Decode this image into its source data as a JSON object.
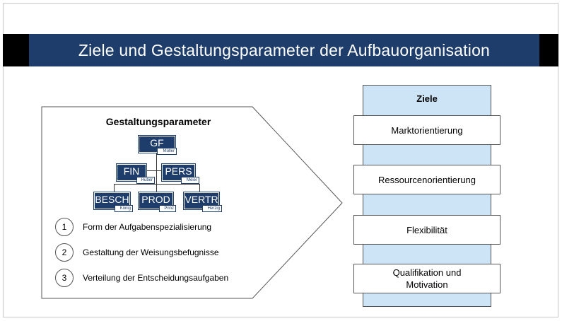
{
  "title": "Ziele und Gestaltungsparameter der Aufbauorganisation",
  "gestaltung": {
    "heading": "Gestaltungsparameter",
    "org": {
      "gf": {
        "code": "GF",
        "name": "Müller"
      },
      "fin": {
        "code": "FIN",
        "name": "Huber"
      },
      "pers": {
        "code": "PERS",
        "name": "Meier"
      },
      "besch": {
        "code": "BESCH",
        "name": "König"
      },
      "prod": {
        "code": "PROD",
        "name": "Prinz"
      },
      "vertr": {
        "code": "VERTR",
        "name": "Herzig"
      }
    },
    "items": [
      {
        "num": "1",
        "text": "Form der Aufgabenspezialisierung"
      },
      {
        "num": "2",
        "text": "Gestaltung der Weisungsbefugnisse"
      },
      {
        "num": "3",
        "text": "Verteilung der Entscheidungsaufgaben"
      }
    ]
  },
  "ziele": {
    "heading": "Ziele",
    "goals": [
      {
        "line1": "Marktorientierung",
        "line2": ""
      },
      {
        "line1": "Ressourcenorientierung",
        "line2": ""
      },
      {
        "line1": "Flexibilität",
        "line2": ""
      },
      {
        "line1": "Qualifikation und",
        "line2": "Motivation"
      }
    ]
  },
  "colors": {
    "primary": "#1e3d6b",
    "light": "#cce4f5",
    "titlebar": "#000000"
  }
}
